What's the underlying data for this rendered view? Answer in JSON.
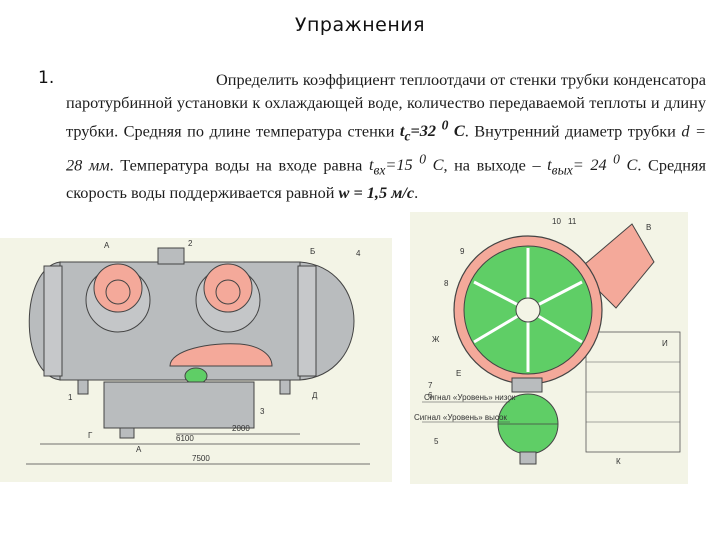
{
  "slide": {
    "title": "Упражнения",
    "number": "1."
  },
  "task": {
    "p1": "Определить коэффициент теплоотдачи от стенки трубки конденсатора паротурбинной установки к охлаждающей воде, количество передаваемой теплоты и длину трубки. Средняя по длине температура стенки ",
    "tc": "t",
    "tc_sub": "c",
    "tc_val": "=32 ",
    "deg1": "0",
    "unit1": " С",
    "p2": ". Внутренний диаметр трубки ",
    "d_eq": "d = 28 мм",
    "p3": ". Температура воды на входе равна ",
    "tin": "t",
    "tin_sub": "вх",
    "tin_val": "=15 ",
    "deg2": "0",
    "unit2": " С",
    "p4": ", на выходе – ",
    "tout": "t",
    "tout_sub": "вых",
    "tout_val": "= 24 ",
    "deg3": "0",
    "unit3": " С",
    "p5": ". Средняя скорость воды поддерживается равной ",
    "w_eq": "w = 1,5 м/с",
    "p6": "."
  },
  "figure_left": {
    "dim_7500": "7500",
    "dim_6100": "6100",
    "dim_2000": "2000",
    "lbl_A_top": "А",
    "lbl_A_bottom": "А",
    "lbl_B": "Б",
    "lbl_G": "Г",
    "lbl_D": "Д",
    "n1": "1",
    "n2": "2",
    "n3": "3",
    "n4": "4"
  },
  "figure_right": {
    "lbl_B": "В",
    "lbl_Zh": "Ж",
    "lbl_E": "Е",
    "lbl_I": "И",
    "lbl_K": "К",
    "n10": "10",
    "n11": "11",
    "n9": "9",
    "n8": "8",
    "n7": "7",
    "n6": "6",
    "n5": "5",
    "sig_low": "Сигнал «Уровень» низок",
    "sig_high": "Сигнал «Уровень» высок"
  },
  "colors": {
    "salmon": "#f4a99a",
    "green": "#5fce66",
    "gray": "#b9bcbe",
    "paper": "#f3f4e6"
  }
}
